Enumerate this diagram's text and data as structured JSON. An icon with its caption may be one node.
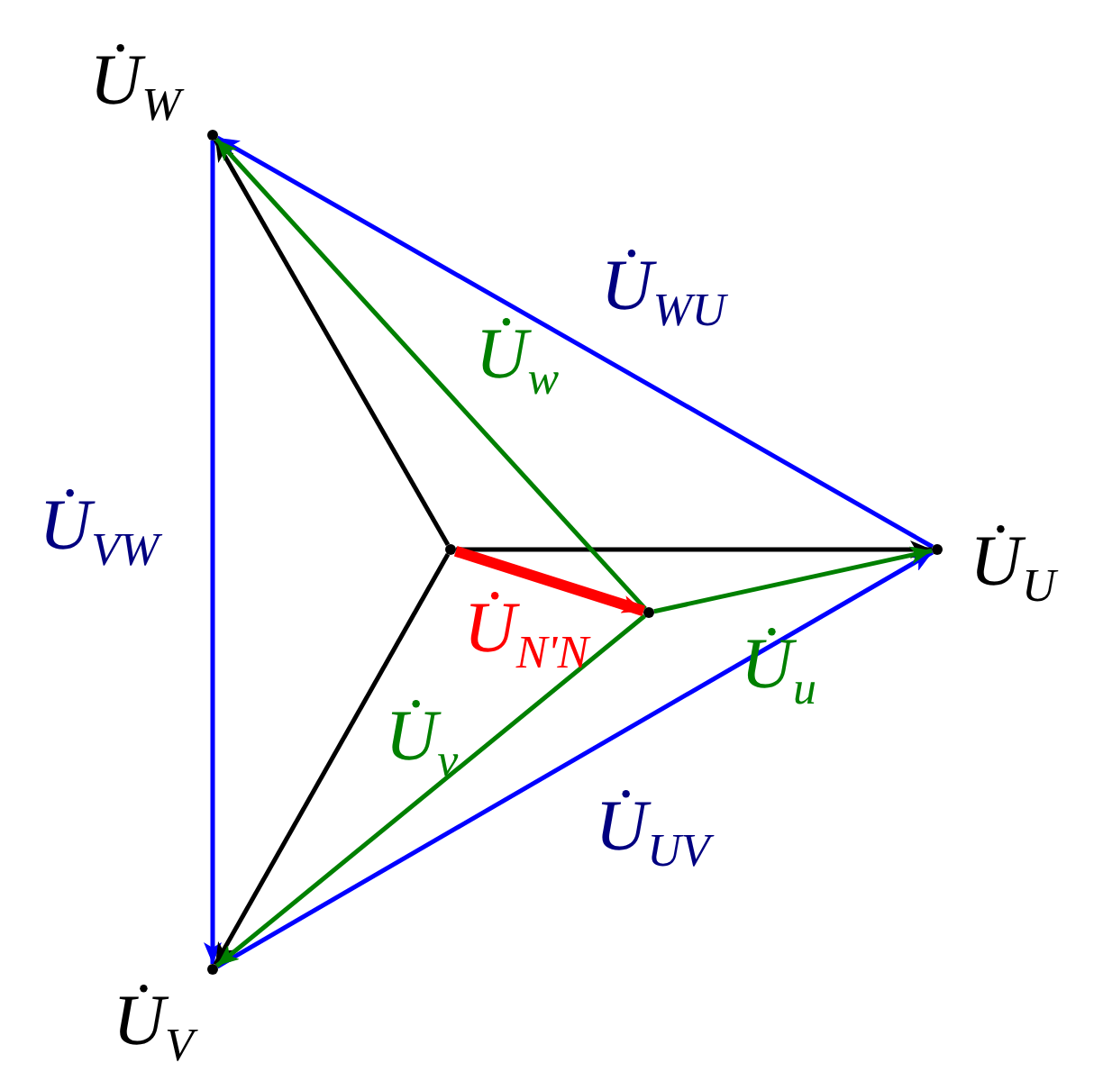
{
  "diagram": {
    "nodes": [
      {
        "text": [],
        "shape": "point"
      },
      {
        "text": [],
        "shape": "point",
        "beside": [
          "U̇$_{W}$"
        ]
      },
      {
        "text": [],
        "shape": "point",
        "beside": [
          "U̇$_{U}$"
        ]
      },
      {
        "text": [],
        "shape": "point",
        "beside": [
          "U̇$_{V}$"
        ]
      },
      {
        "text": [],
        "shape": "point"
      }
    ],
    "edges": [
      {
        "from": 3,
        "to": 2,
        "arrow": "to",
        "label": "U̇$_{UV}$",
        "color": "#0000ff"
      },
      {
        "from": 2,
        "to": 1,
        "arrow": "to",
        "label": "U̇$_{WU}$",
        "color": "#0000ff"
      },
      {
        "from": 1,
        "to": 3,
        "arrow": "to",
        "label": "U̇$_{VW}$",
        "color": "#0000ff"
      },
      {
        "from": 0,
        "to": 1,
        "arrow": "to",
        "color": "#000000"
      },
      {
        "from": 0,
        "to": 2,
        "arrow": "to",
        "color": "#000000"
      },
      {
        "from": 0,
        "to": 3,
        "arrow": "to",
        "color": "#000000"
      },
      {
        "from": 4,
        "to": 1,
        "arrow": "to",
        "label": "U̇$_{w}$",
        "color": "#008000"
      },
      {
        "from": 4,
        "to": 2,
        "arrow": "to",
        "label": "U̇$_{u}$",
        "color": "#008000"
      },
      {
        "from": 4,
        "to": 3,
        "arrow": "to",
        "label": "U̇$_{v}$",
        "color": "#008000"
      },
      {
        "from": 0,
        "to": 4,
        "arrow": "to",
        "label": "U̇$_{N'N}$",
        "color": "#ff0000",
        "style": "thick"
      }
    ]
  }
}
